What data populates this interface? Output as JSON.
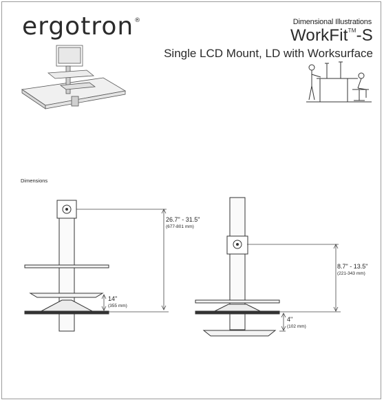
{
  "brand": {
    "logo_text": "ergotron",
    "registered_mark": "®"
  },
  "header": {
    "doc_kind": "Dimensional Illustrations",
    "product_name": "WorkFit-S",
    "trademark": "TM",
    "model": "Single LCD Mount, LD with Worksurface"
  },
  "section": {
    "label": "Dimensions"
  },
  "dimensions": {
    "left": {
      "height_range": "26.7\" - 31.5\"",
      "height_range_mm": "(677-801 mm)",
      "lower": "14\"",
      "lower_mm": "(355 mm)"
    },
    "right": {
      "height_range": "8.7\" - 13.5\"",
      "height_range_mm": "(221-343 mm)",
      "lower": "4\"",
      "lower_mm": "(102 mm)"
    }
  },
  "colors": {
    "line": "#333333",
    "dim_line": "#444444",
    "frame": "#9a9a9a"
  }
}
